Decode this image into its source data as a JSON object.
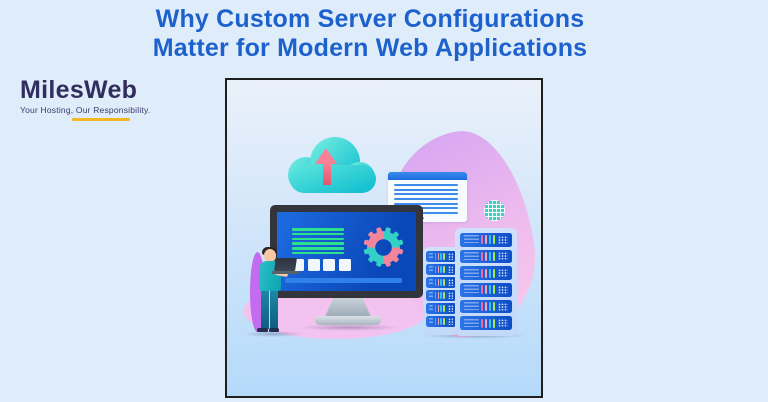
{
  "page": {
    "background": "#dfedfa"
  },
  "title": {
    "line1": "Why Custom Server Configurations",
    "line2": "Matter for Modern Web Applications",
    "color": "#1d61cd"
  },
  "logo": {
    "name": "MilesWeb",
    "tagline": "Your Hosting, Our Responsibility.",
    "text_color": "#312d5e",
    "tagline_color": "#3a3a6a",
    "underline_color": "#f2b722"
  },
  "illustration": {
    "description": "Flat illustration: man with laptop beside a monitor showing gears, cloud upload, browser window, globe and server racks",
    "card_border_color": "#1f1f1f",
    "card_background": [
      "#eaf1fa",
      "#b4dafa"
    ],
    "blob_colors": [
      "#d9a8f0",
      "#f8c9ea"
    ],
    "cloud": {
      "fill": [
        "#68e7df",
        "#19c4d2"
      ],
      "arrow_color": "#f88095"
    },
    "browser_window": {
      "header_color": "#2b7de8",
      "line_color": "#3b8ced",
      "line_widths": [
        64,
        64,
        64,
        64,
        64,
        64,
        64,
        30
      ]
    },
    "globe": {
      "color": "#3ad0c6"
    },
    "monitor": {
      "frame_color": "#34343d",
      "screen_colors": [
        "#1e6ce2",
        "#0a47b8"
      ],
      "text_line_count": 6,
      "text_line_color": "#2ce08e",
      "square_count": 4,
      "progress_color": "#2f80e8"
    },
    "gear": {
      "colors": [
        "#35d0c5",
        "#f2849b"
      ]
    },
    "servers": {
      "front_unit_count": 6,
      "back_unit_count": 6,
      "body_colors": [
        "#2a74e8",
        "#0d4dc6"
      ],
      "frame_color": "#c2d9fa",
      "light_colors": [
        "#f2679c",
        "#f9a2c0",
        "#2fc5e8",
        "#a8e94e"
      ]
    }
  }
}
